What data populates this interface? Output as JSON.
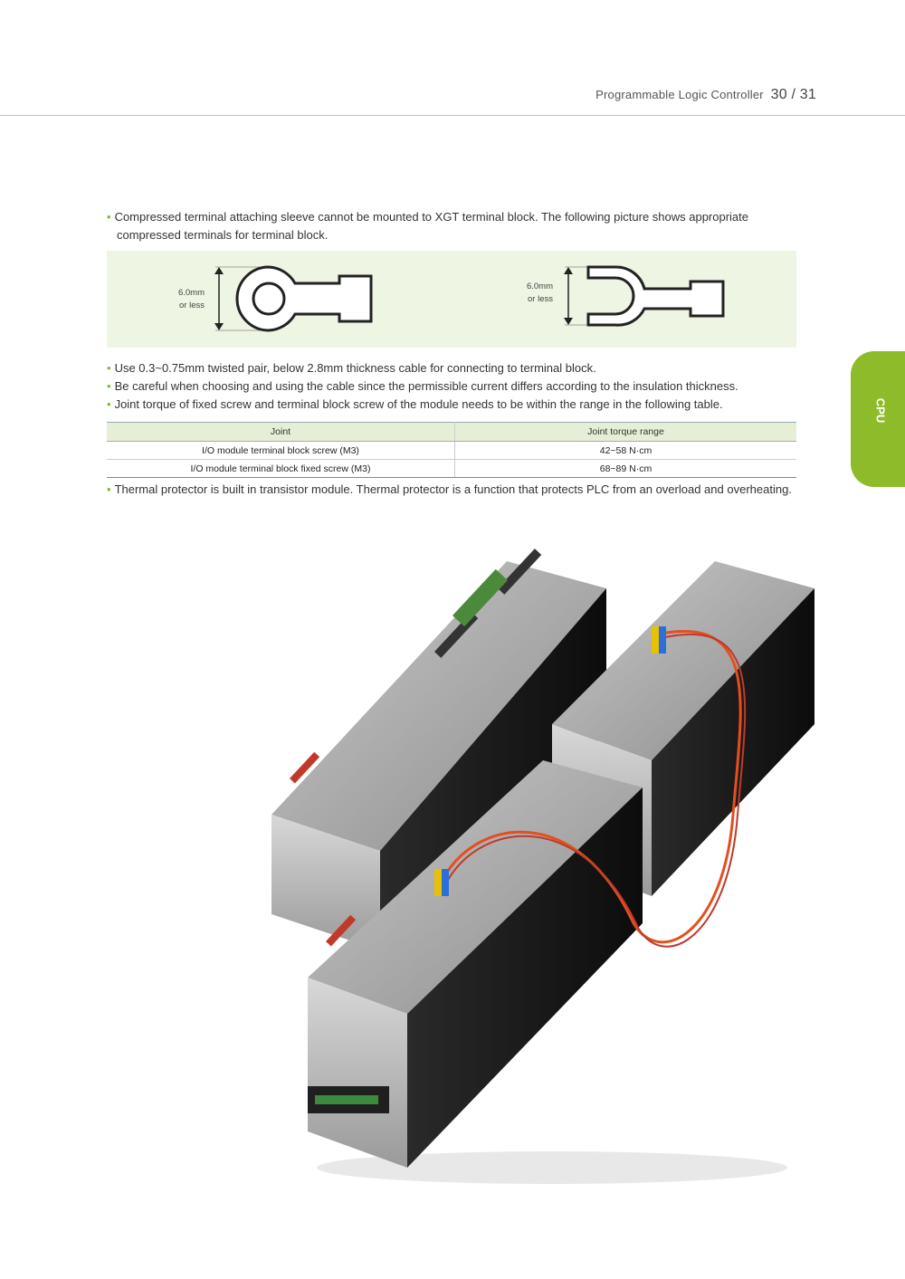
{
  "header": {
    "title": "Programmable Logic Controller",
    "page_numbers": "30 / 31"
  },
  "side_tab": {
    "label": "CPU"
  },
  "bullets": {
    "b1_line1": "Compressed terminal attaching sleeve cannot be mounted to XGT terminal block. The following picture shows appropriate",
    "b1_line2": "compressed terminals for terminal block.",
    "b2": "Use 0.3~0.75mm twisted pair, below 2.8mm thickness cable for connecting to terminal block.",
    "b3": "Be careful when choosing and using the cable since the permissible current differs according to the insulation thickness.",
    "b4": "Joint torque of fixed screw and terminal block screw of the module needs to be within the range in the following table.",
    "b5": "Thermal protector is built in transistor module. Thermal protector is a function that protects PLC from an overload and overheating."
  },
  "figure": {
    "ring_label_1": "6.0mm",
    "ring_label_2": "or less",
    "fork_label_1": "6.0mm",
    "fork_label_2": "or less"
  },
  "table": {
    "headers": [
      "Joint",
      "Joint torque range"
    ],
    "rows": [
      [
        "I/O module terminal block screw (M3)",
        "42~58 N·cm"
      ],
      [
        "I/O module terminal block fixed screw (M3)",
        "68~89 N·cm"
      ]
    ]
  },
  "colors": {
    "accent_green": "#8dbb2a",
    "figure_bg": "#eef5e2",
    "table_header_bg": "#e6efd6"
  }
}
